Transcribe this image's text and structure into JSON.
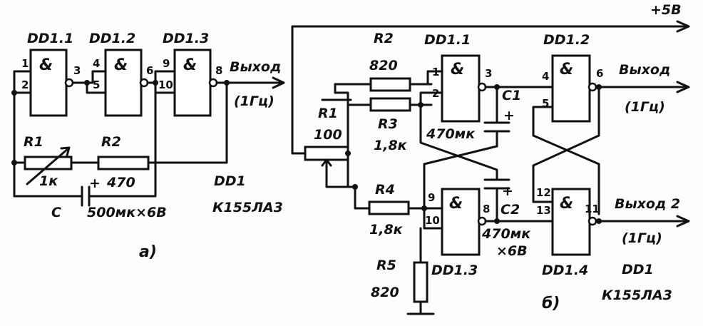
{
  "circuit_a": {
    "gates": [
      {
        "name": "DD1.1",
        "symbol": "&",
        "pins": [
          "1",
          "2",
          "3"
        ]
      },
      {
        "name": "DD1.2",
        "symbol": "&",
        "pins": [
          "4",
          "5",
          "6"
        ]
      },
      {
        "name": "DD1.3",
        "symbol": "&",
        "pins": [
          "9",
          "10",
          "8"
        ]
      }
    ],
    "output_label": "Выход",
    "output_freq": "(1Гц)",
    "r1_name": "R1",
    "r1_value": "1к",
    "r2_name": "R2",
    "r2_value": "470",
    "c_name": "C",
    "c_plus": "+",
    "c_value": "500мк×6В",
    "chip_name": "DD1",
    "chip_type": "К155ЛА3",
    "caption": "а)"
  },
  "circuit_b": {
    "supply": "+5В",
    "gates": [
      {
        "name": "DD1.1",
        "symbol": "&",
        "pins": [
          "1",
          "2",
          "3"
        ]
      },
      {
        "name": "DD1.2",
        "symbol": "&",
        "pins": [
          "4",
          "5",
          "6"
        ]
      },
      {
        "name": "DD1.3",
        "symbol": "&",
        "pins": [
          "9",
          "10",
          "8"
        ]
      },
      {
        "name": "DD1.4",
        "symbol": "&",
        "pins": [
          "12",
          "13",
          "11"
        ]
      }
    ],
    "r1_name": "R1",
    "r1_value": "100",
    "r2_name": "R2",
    "r2_value": "820",
    "r3_name": "R3",
    "r3_value": "1,8к",
    "r4_name": "R4",
    "r4_value": "1,8к",
    "r5_name": "R5",
    "r5_value": "820",
    "c1_name": "C1",
    "c1_value": "470мк",
    "c2_name": "C2",
    "c2_value_1": "470мк",
    "c2_value_2": "×6В",
    "plus": "+",
    "output1_label": "Выход",
    "output1_freq": "(1Гц)",
    "output2_label": "Выход 2",
    "output2_freq": "(1Гц)",
    "chip_name": "DD1",
    "chip_type": "К155ЛА3",
    "caption": "б)"
  }
}
